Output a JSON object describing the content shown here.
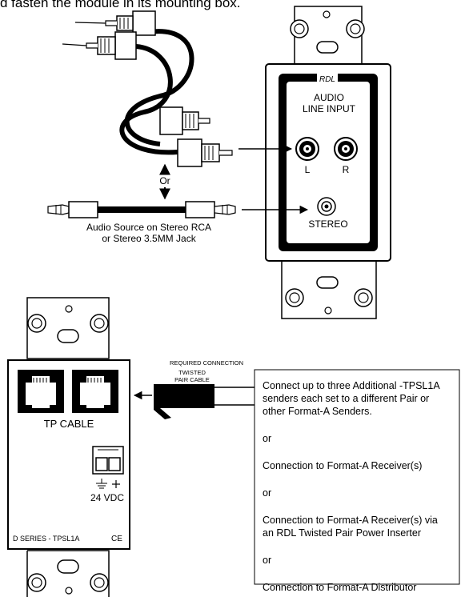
{
  "top_caption": "d fasten the module in its mounting box.",
  "wall_plate": {
    "brand": "RDL",
    "title_line1": "AUDIO",
    "title_line2": "LINE INPUT",
    "jack_left_label": "L",
    "jack_right_label": "R",
    "jack_stereo_label": "STEREO"
  },
  "source": {
    "or_label": "Or",
    "caption_line1": "Audio Source on Stereo RCA",
    "caption_line2": "or Stereo 3.5MM Jack"
  },
  "module": {
    "port_label": "TP CABLE",
    "power_label": "24 VDC",
    "model_label": "D SERIES - TPSL1A",
    "ce_mark": "CE"
  },
  "cable": {
    "required_label": "REQUIRED CONNECTION",
    "type_line1": "TWISTED",
    "type_line2": "PAIR CABLE"
  },
  "options": {
    "line1": "Connect up to three Additional -TPSL1A",
    "line2": "senders each set to a different Pair or",
    "line3": "other Format-A Senders.",
    "or1": "or",
    "opt2": "Connection to Format-A Receiver(s)",
    "or2": "or",
    "opt3_line1": "Connection to Format-A Receiver(s) via",
    "opt3_line2": "an RDL Twisted Pair Power Inserter",
    "or3": "or",
    "opt4": "Connection to Format-A Distributor"
  }
}
